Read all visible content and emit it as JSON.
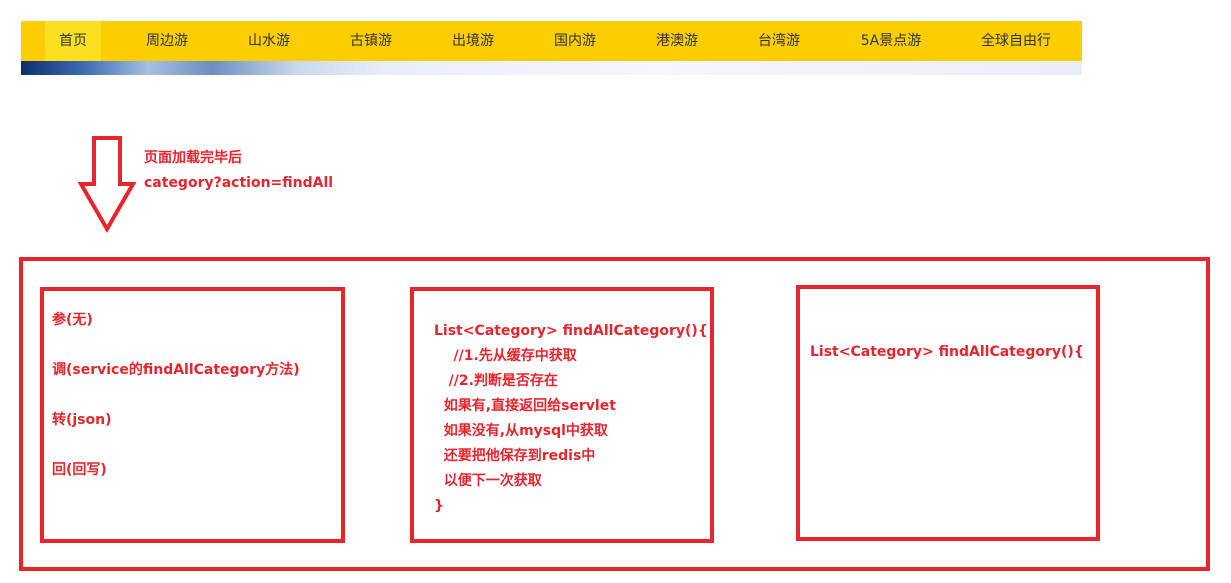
{
  "nav": {
    "items": [
      "首页",
      "周边游",
      "山水游",
      "古镇游",
      "出境游",
      "国内游",
      "港澳游",
      "台湾游",
      "5A景点游",
      "全球自由行"
    ]
  },
  "annotation": {
    "line1": "页面加载完毕后",
    "line2": "category?action=findAll"
  },
  "boxes": {
    "servlet": {
      "lines": [
        "参(无)",
        "调(service的findAllCategory方法)",
        "转(json)",
        "回(回写)"
      ]
    },
    "service": {
      "lines": [
        "List<Category> findAllCategory(){",
        "    //1.先从缓存中获取",
        "   //2.判断是否存在",
        "  如果有,直接返回给servlet",
        "  如果没有,从mysql中获取",
        "  还要把他保存到redis中",
        "  以便下一次获取",
        "}"
      ]
    },
    "dao": {
      "lines": [
        "List<Category> findAllCategory(){"
      ]
    }
  },
  "colors": {
    "accent_red": "#e8252c",
    "nav_bg": "#fccd00",
    "nav_active_bg": "#fae020",
    "nav_text": "#333333"
  }
}
